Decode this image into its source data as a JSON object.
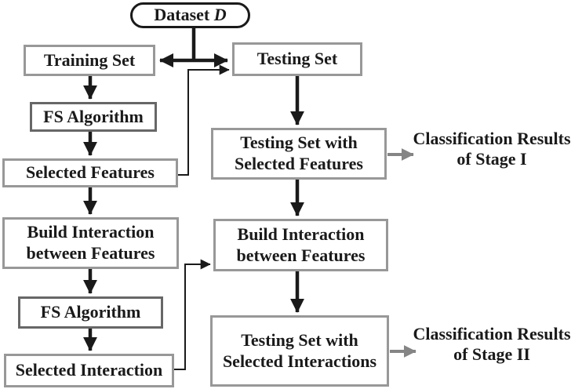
{
  "dataset": {
    "label": "Dataset",
    "variable": "D"
  },
  "left_column": {
    "training_set": "Training Set",
    "fs_algorithm_1": "FS Algorithm",
    "selected_features": "Selected Features",
    "build_interaction_line1": "Build Interaction",
    "build_interaction_line2": "between Features",
    "fs_algorithm_2": "FS Algorithm",
    "selected_interaction": "Selected Interaction"
  },
  "right_column": {
    "testing_set": "Testing Set",
    "testing_selected_features_line1": "Testing Set with",
    "testing_selected_features_line2": "Selected Features",
    "build_interaction_line1": "Build Interaction",
    "build_interaction_line2": "between Features",
    "testing_selected_interactions_line1": "Testing Set with",
    "testing_selected_interactions_line2": "Selected Interactions"
  },
  "outputs": {
    "stage1_line1": "Classification Results",
    "stage1_line2": "of Stage I",
    "stage2_line1": "Classification Results",
    "stage2_line2": "of Stage II"
  },
  "colors": {
    "background": "#ffffff",
    "box_border": "#989898",
    "fs_box_border": "#676767",
    "dataset_border": "#1a1a1a",
    "black_arrow": "#1a1a1a",
    "gray_arrow": "#858585",
    "text": "#1a1a1a"
  }
}
